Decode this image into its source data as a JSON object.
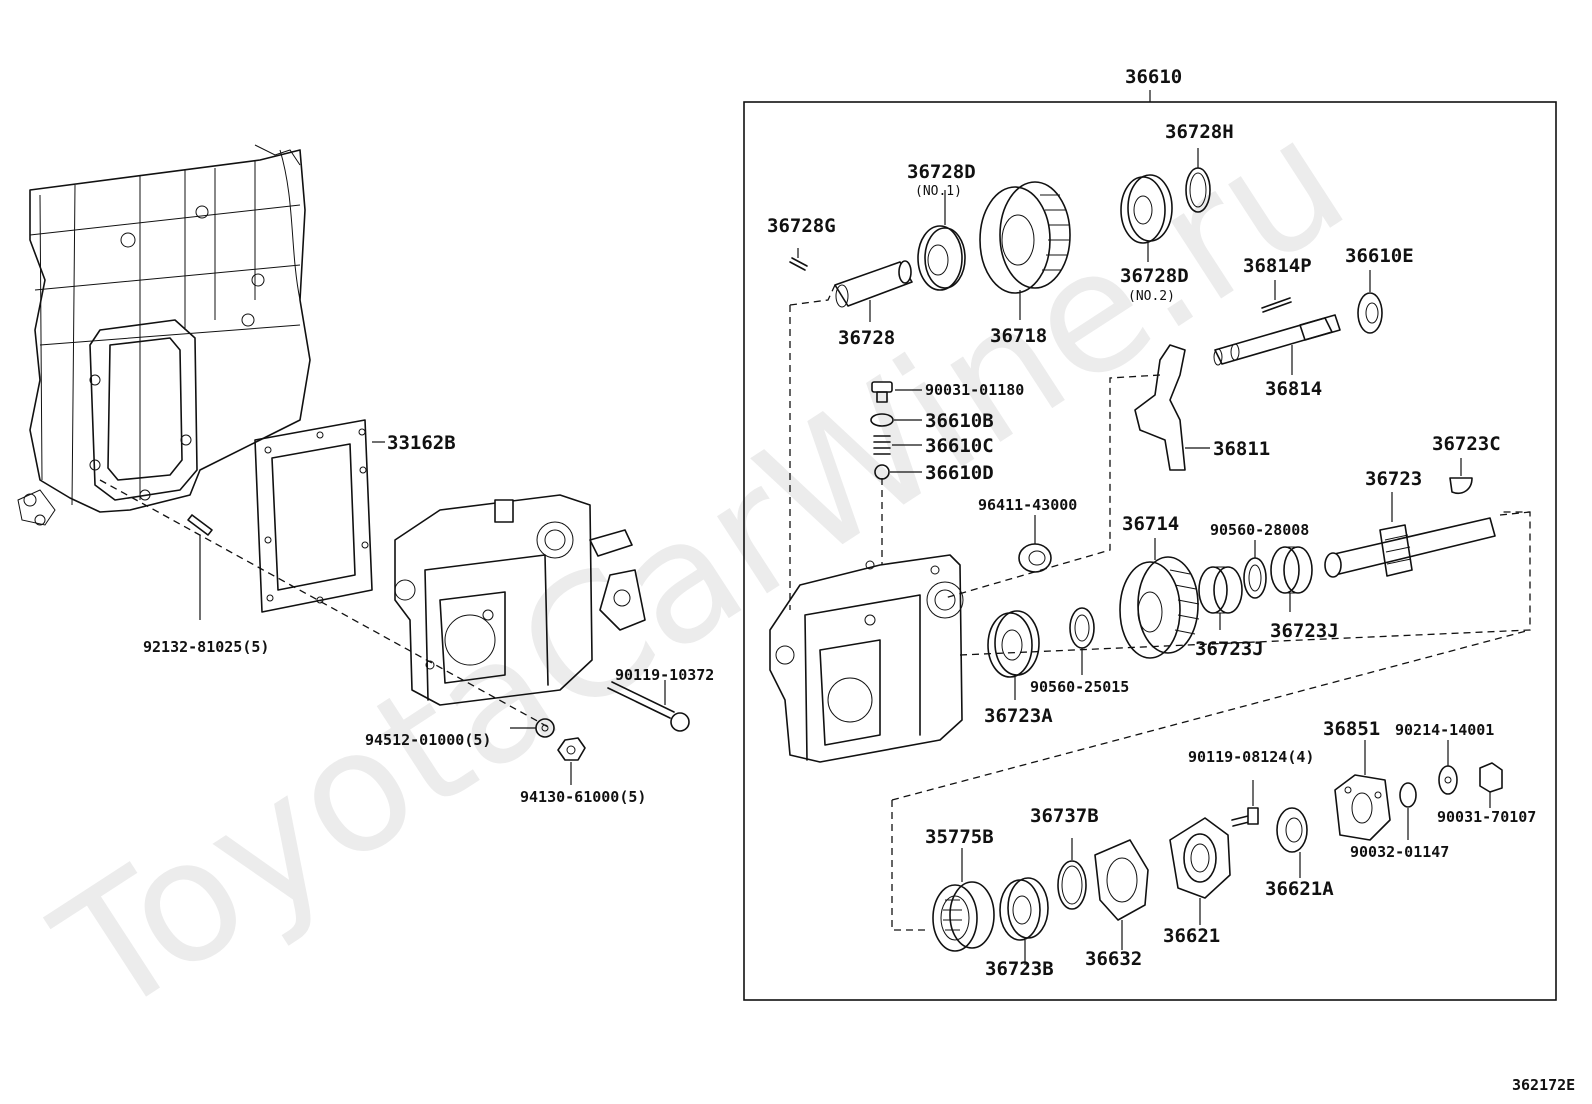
{
  "watermark": "ToyotaCarWine.ru",
  "diagram_id": "362172E",
  "assembly": {
    "number": "36610"
  },
  "labels": {
    "p33162B": "33162B",
    "p92132": "92132-81025(5)",
    "p90119_10372": "90119-10372",
    "p94512": "94512-01000(5)",
    "p94130": "94130-61000(5)",
    "p36728G": "36728G",
    "p36728D_1": "36728D",
    "p36728D_1_note": "(NO.1)",
    "p36728": "36728",
    "p36718": "36718",
    "p36728H": "36728H",
    "p36728D_2": "36728D",
    "p36728D_2_note": "(NO.2)",
    "p36814P": "36814P",
    "p36610E": "36610E",
    "p36814": "36814",
    "p90031_01180": "90031-01180",
    "p36610B": "36610B",
    "p36610C": "36610C",
    "p36610D": "36610D",
    "p36811": "36811",
    "p96411": "96411-43000",
    "p36714": "36714",
    "p90560_28008": "90560-28008",
    "p36723C": "36723C",
    "p36723": "36723",
    "p36723J_1": "36723J",
    "p36723J_2": "36723J",
    "p90560_25015": "90560-25015",
    "p36723A": "36723A",
    "p36851": "36851",
    "p90214": "90214-14001",
    "p90119_08124": "90119-08124(4)",
    "p36737B": "36737B",
    "p35775B": "35775B",
    "p90031_70107": "90031-70107",
    "p90032": "90032-01147",
    "p36621A": "36621A",
    "p36621": "36621",
    "p36632": "36632",
    "p36723B": "36723B"
  }
}
